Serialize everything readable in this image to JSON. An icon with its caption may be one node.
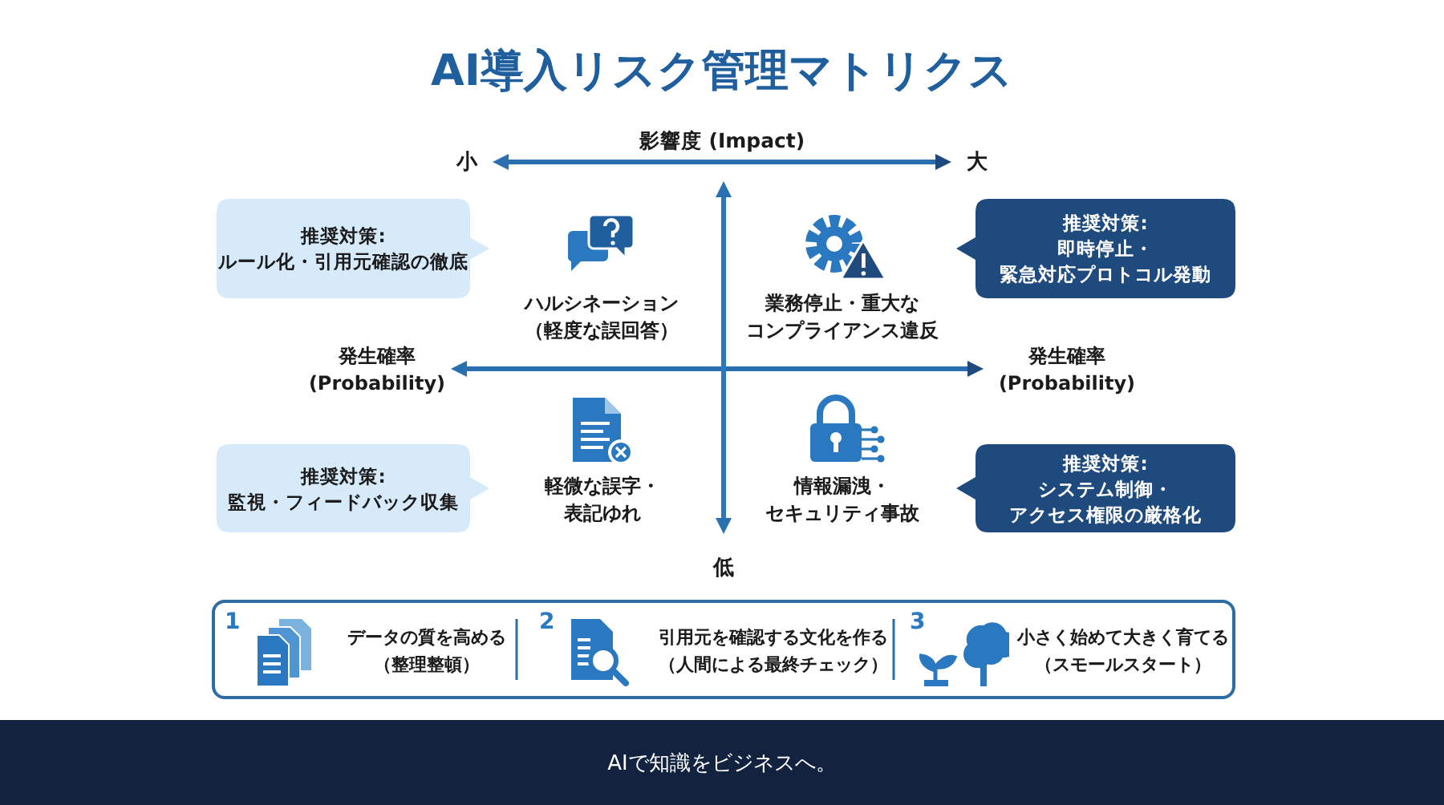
{
  "diagram": {
    "title": "AI導入リスク管理マトリクス",
    "nodes": [
      {
        "text": [
          "推奨対策:",
          "ルール化・引用元確認の徹底"
        ]
      },
      {
        "text": [
          "推奨対策:",
          "即時停止・緊急対応プロトコル発動"
        ]
      },
      {
        "text": [
          "推奨対策:",
          "監視・フィードバック収集"
        ]
      },
      {
        "text": [
          "推奨対策:",
          "システム制御・アクセス権限の厳格化"
        ]
      },
      {
        "text": [],
        "shape": "box"
      },
      {
        "text": [
          "1",
          "データの質を高める（整理整頓）"
        ],
        "in": 4
      },
      {
        "text": [
          "2",
          "引用元を確認する文化を作る（人間による最終チェック）"
        ],
        "in": 4
      },
      {
        "text": [
          "3",
          "小さく始めて大きく育てる（スモールスタート）"
        ],
        "in": 4
      },
      {
        "text": [
          "AIで知識をビジネスへ。"
        ]
      }
    ],
    "labels": [
      "影響度 (Impact)",
      "小",
      "大",
      "ハルシネーション（軽度な誤回答）",
      "業務停止・重大なコンプライアンス違反",
      "発生確率 (Probability)",
      "発生確率 (Probability)",
      "軽微な誤字・表記ゆれ",
      "情報漏洩・セキュリティ事故",
      "低"
    ]
  }
}
